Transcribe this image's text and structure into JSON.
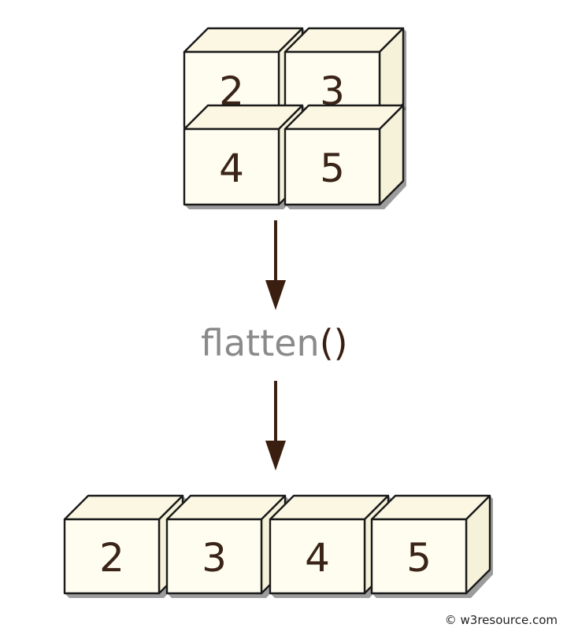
{
  "input_matrix": {
    "rows": [
      [
        "2",
        "3"
      ],
      [
        "4",
        "5"
      ]
    ]
  },
  "operation": {
    "name": "flatten",
    "parens": "()"
  },
  "output_array": {
    "values": [
      "2",
      "3",
      "4",
      "5"
    ]
  },
  "copyright": "© w3resource.com",
  "colors": {
    "cube_front": "#fffdf0",
    "cube_outline": "#1a1a1a",
    "number": "#3a2418",
    "arrow": "#3a1f10",
    "function_name": "#8a8a8a"
  }
}
